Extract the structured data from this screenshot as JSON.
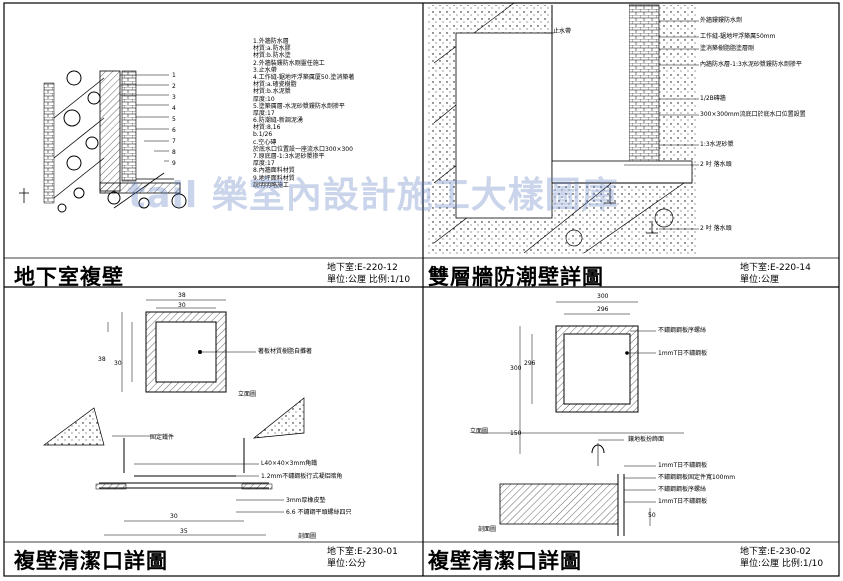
{
  "watermark": "tail 樂室內設計施工大樣圖庫",
  "panels": [
    {
      "title": "地下室複壁",
      "ref_line1": "地下室:E-220-12",
      "ref_line2": "單位:公厘 比例:1/10",
      "notes": [
        "1.外牆防水層",
        "  材質:a.防水膠",
        "  材質:b.防水塗",
        "2.外牆裝鏤防水剛靈任施工",
        "3.止水帶",
        "4.工作縫-鋸地坪浮築厲厦50.塗消築著",
        "  材質:a.碴瓷樹脂",
        "  材質:b.水泥漿",
        "  厚度:10",
        "5.塗築厲層-水泥砂漿鏤防水劑掺平",
        "  厚度:17",
        "6.防潮縫-新調泥湧",
        "  材質:8,16",
        "        b.1/26",
        "        c.空心磚",
        "  於底水口位置設一座流水口300×300",
        "7.原底層-1:3水泥砂漿掺平",
        "  厚度:17",
        "8.內牆面料材質",
        "9.地坪面料材質",
        "  說明明略施工"
      ],
      "callout_numbers": [
        "1",
        "2",
        "3",
        "4",
        "5",
        "6",
        "7",
        "8",
        "9"
      ]
    },
    {
      "title": "雙層牆防潮壁詳圖",
      "ref_line1": "地下室:E-220-14",
      "ref_line2": "單位:公厘",
      "labels": [
        "止水帶",
        "外牆鏤鏤防水劑",
        "工作縫-鋸地坪浮築厲50mm",
        "塗消築樹脂脂塗層剛",
        "內牆防水層-1:3水泥砂漿鏤防水劑掺平",
        "1/2B磚牆",
        "300×300mm流底口於底水口位置設置",
        "1:3水泥砂漿",
        "2 吋 落水頭",
        "2 吋 落水頭"
      ]
    },
    {
      "title": "複壁清潔口詳圖",
      "ref_line1": "地下室:E-230-01",
      "ref_line2": "單位:公分",
      "dims": [
        "38",
        "30",
        "38",
        "30",
        "30",
        "35"
      ],
      "labels": [
        "著板材質樹脂自攤著",
        "立面圖",
        "固定鐵件",
        "L40×40×3mm角鐵",
        "1.2mm不鏽鋼板行式凝鋁暗角",
        "3mm厚橡皮墊",
        "6.6 不鏽鋼平頭螺絲四只",
        "剖面圖"
      ]
    },
    {
      "title": "複壁清潔口詳圖",
      "ref_line1": "地下室:E-230-02",
      "ref_line2": "單位:公厘 比例:1/10",
      "dims": [
        "300",
        "296",
        "300",
        "296",
        "150",
        "50"
      ],
      "labels": [
        "不鏽鋼鋼板序螺絲",
        "1mmT日不鏽鋼板",
        "立面圖",
        "鑲地板扮飾面",
        "1mmT日不鏽鋼板",
        "不鏽鋼鋼板固定件寬100mm",
        "不鏽鋼鋼板序螺絲",
        "1mmT日不鏽鋼板",
        "剖面圖"
      ]
    }
  ]
}
